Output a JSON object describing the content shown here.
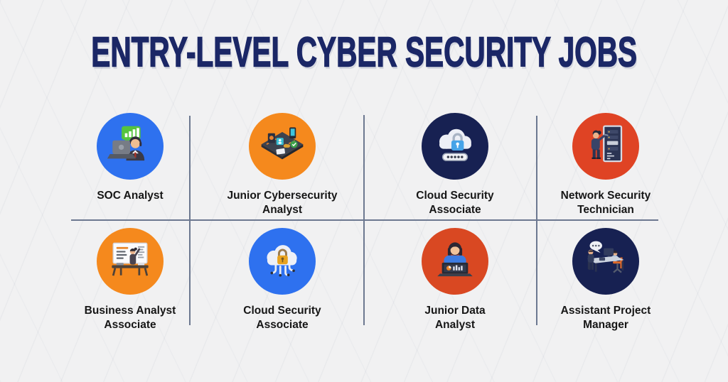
{
  "title": "ENTRY-LEVEL CYBER SECURITY JOBS",
  "colors": {
    "background": "#f1f1f2",
    "title": "#1b2766",
    "label": "#161616",
    "divider": "#6c7890",
    "circle_blue": "#2e71ef",
    "circle_orange": "#f5891d",
    "circle_navy": "#172152",
    "circle_red": "#df4324"
  },
  "jobs": [
    {
      "label": "SOC Analyst",
      "line1": "SOC Analyst",
      "line2": "",
      "icon": "analyst-with-headset-laptop-and-chart-bubble",
      "circle_color": "#2e71ef"
    },
    {
      "label": "Junior Cybersecurity Analyst",
      "line1": "Junior Cybersecurity",
      "line2": "Analyst",
      "icon": "isometric-security-platform-with-devices",
      "circle_color": "#f5891d"
    },
    {
      "label": "Cloud Security Associate",
      "line1": "Cloud Security",
      "line2": "Associate",
      "icon": "cloud-with-padlock-and-password",
      "circle_color": "#172152"
    },
    {
      "label": "Network Security Technician",
      "line1": "Network Security",
      "line2": "Technician",
      "icon": "technician-at-server-rack",
      "circle_color": "#df4324"
    },
    {
      "label": "Business Analyst Associate",
      "line1": "Business Analyst",
      "line2": "Associate",
      "icon": "presenter-at-whiteboard-with-desk",
      "circle_color": "#f5891d"
    },
    {
      "label": "Cloud Security Associate",
      "line1": "Cloud Security",
      "line2": "Associate",
      "icon": "cloud-with-padlock-and-cables",
      "circle_color": "#2e71ef"
    },
    {
      "label": "Junior Data Analyst",
      "line1": "Junior Data",
      "line2": "Analyst",
      "icon": "woman-with-laptop-charts",
      "circle_color": "#d94822"
    },
    {
      "label": "Assistant Project Manager",
      "line1": "Assistant Project",
      "line2": "Manager",
      "icon": "two-people-at-desk-with-computer",
      "circle_color": "#172152"
    }
  ]
}
